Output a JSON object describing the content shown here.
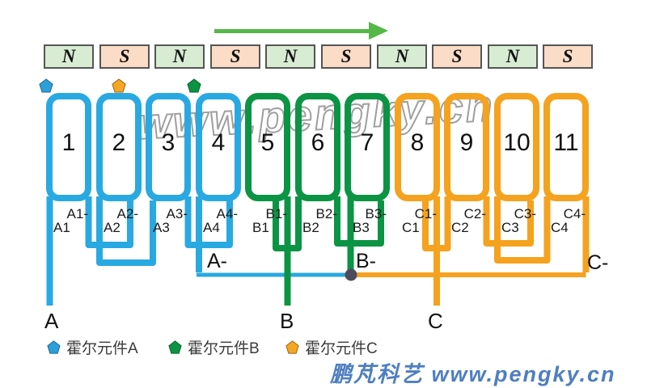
{
  "watermark": {
    "text": "www.pengky.cn"
  },
  "magnets": [
    "N",
    "S",
    "N",
    "S",
    "N",
    "S",
    "N",
    "S",
    "N",
    "S"
  ],
  "hall_sensors_top": {
    "colors": [
      "#2b9fd9",
      "#f5a623",
      "#0b9444"
    ]
  },
  "coils": [
    {
      "number": "1",
      "minus": "A1-",
      "plus": "A1",
      "phase": "A"
    },
    {
      "number": "2",
      "minus": "A2-",
      "plus": "A2",
      "phase": "A"
    },
    {
      "number": "3",
      "minus": "A3-",
      "plus": "A3",
      "phase": "A"
    },
    {
      "number": "4",
      "minus": "A4-",
      "plus": "A4",
      "phase": "A"
    },
    {
      "number": "5",
      "minus": "B1-",
      "plus": "B1",
      "phase": "B"
    },
    {
      "number": "6",
      "minus": "B2-",
      "plus": "B2",
      "phase": "B"
    },
    {
      "number": "7",
      "minus": "B3-",
      "plus": "B3",
      "phase": "B"
    },
    {
      "number": "8",
      "minus": "C1-",
      "plus": "C1",
      "phase": "C"
    },
    {
      "number": "9",
      "minus": "C2-",
      "plus": "C2",
      "phase": "C"
    },
    {
      "number": "10",
      "minus": "C3-",
      "plus": "C3",
      "phase": "C"
    },
    {
      "number": "11",
      "minus": "C4-",
      "plus": "C4",
      "phase": "C"
    }
  ],
  "phases": {
    "A": {
      "terminal": "A",
      "bus": "A-",
      "color": "#29a9e1"
    },
    "B": {
      "terminal": "B",
      "bus": "B-",
      "color": "#0b9444"
    },
    "C": {
      "terminal": "C",
      "bus": "C-",
      "color": "#f5a21e"
    }
  },
  "star_point_color": "#4d4a5c",
  "legend": [
    {
      "label": "霍尔元件A",
      "color": "#2b9fd9"
    },
    {
      "label": "霍尔元件B",
      "color": "#0b9444"
    },
    {
      "label": "霍尔元件C",
      "color": "#f5a623"
    }
  ],
  "footer": {
    "text": "鹏芃科艺 www.pengky.cn"
  }
}
